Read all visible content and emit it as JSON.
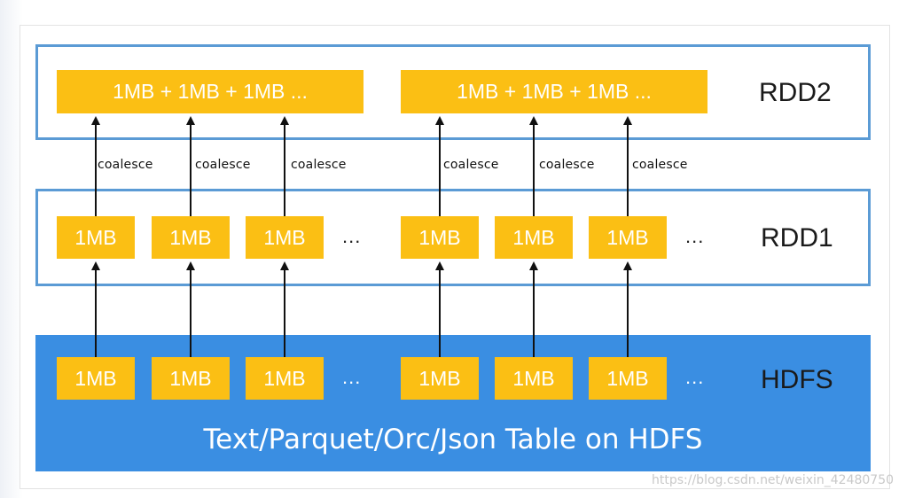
{
  "layers": {
    "rdd2": "RDD2",
    "rdd1": "RDD1",
    "hdfs": "HDFS"
  },
  "rdd2_partitions": [
    "1MB + 1MB + 1MB ...",
    "1MB + 1MB + 1MB ..."
  ],
  "chunk_label": "1MB",
  "ellipsis": "...",
  "coalesce_label": "coalesce",
  "hdfs_footer": "Text/Parquet/Orc/Json Table on HDFS",
  "watermark": "https://blog.csdn.net/weixin_42480750",
  "colors": {
    "box": "#fbbf14",
    "layer_border": "#5b9bd5",
    "hdfs_fill": "#3a8ee2"
  }
}
